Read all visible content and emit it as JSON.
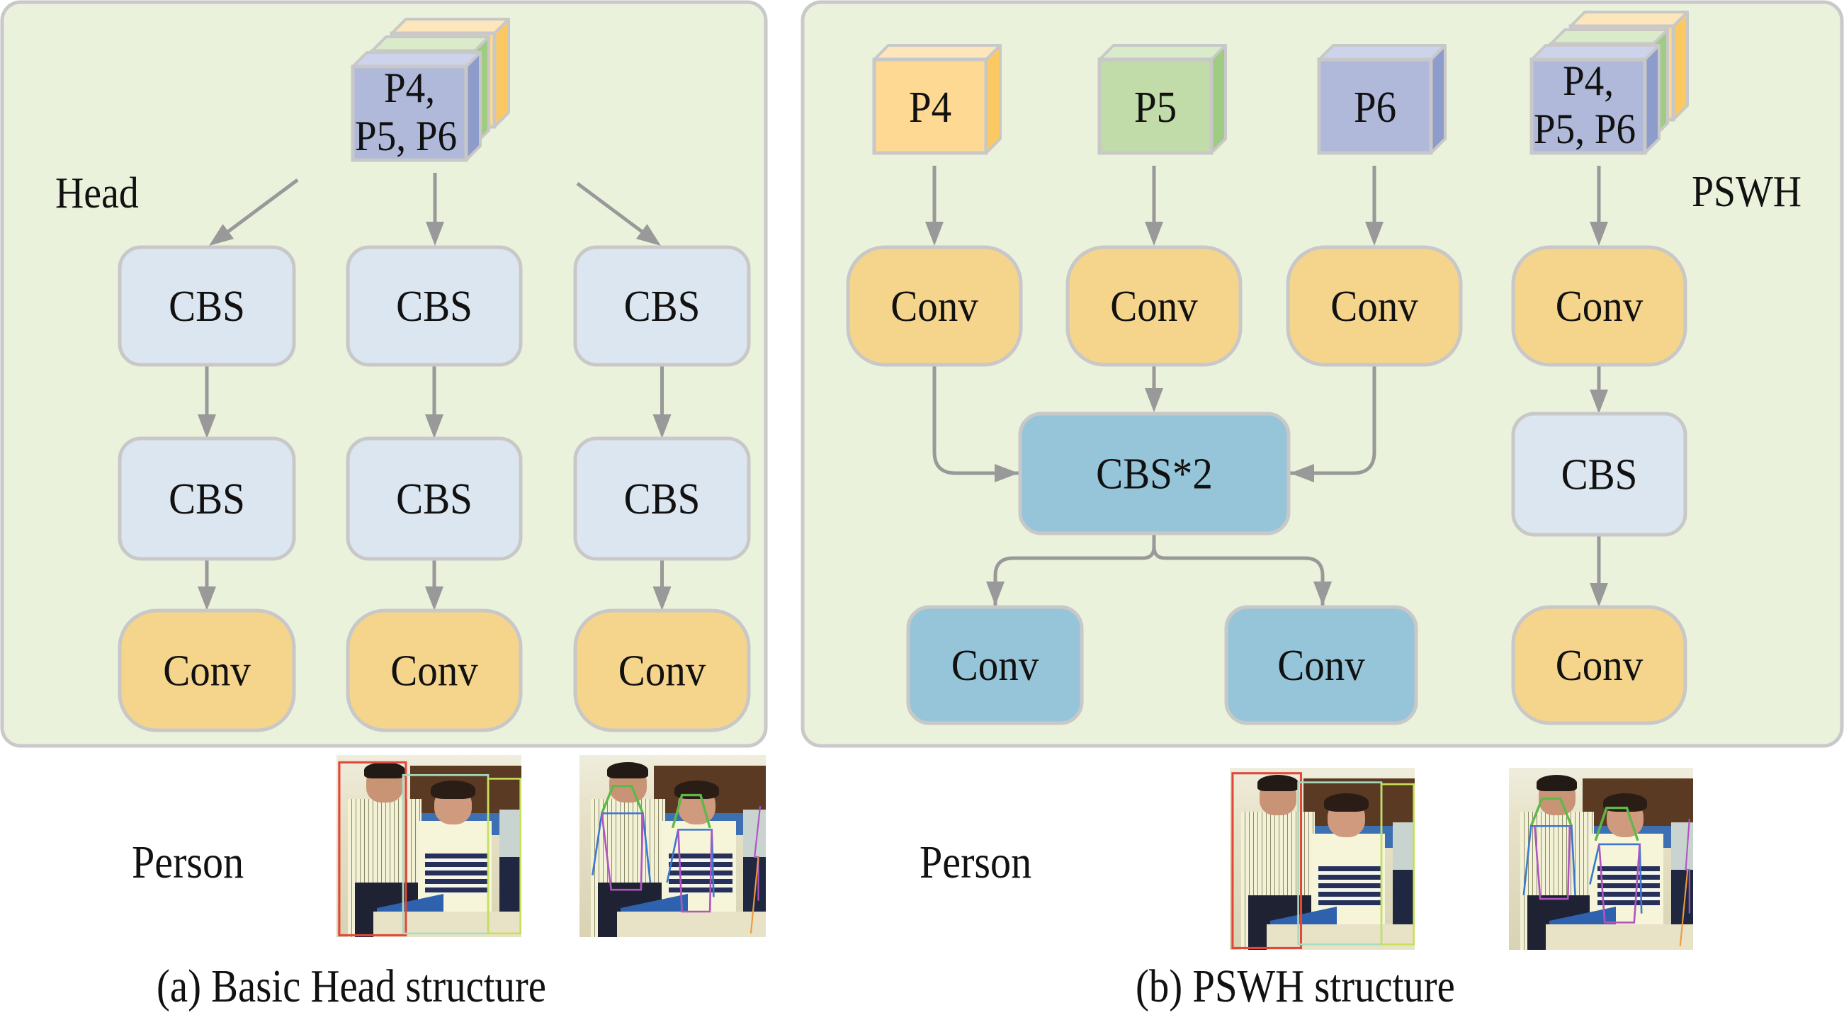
{
  "panel_a": {
    "label": "Head",
    "input": {
      "line1": "P4,",
      "line2": "P5, P6"
    },
    "columns": [
      {
        "blocks": [
          "CBS",
          "CBS",
          "Conv"
        ]
      },
      {
        "blocks": [
          "CBS",
          "CBS",
          "Conv"
        ]
      },
      {
        "blocks": [
          "CBS",
          "CBS",
          "Conv"
        ]
      }
    ],
    "row_label": "Person",
    "caption": "(a) Basic Head structure"
  },
  "panel_b": {
    "label": "PSWH",
    "inputs": [
      "P4",
      "P5",
      "P6"
    ],
    "stack_input": {
      "line1": "P4,",
      "line2": "P5, P6"
    },
    "branch_convs": [
      "Conv",
      "Conv",
      "Conv"
    ],
    "merge_block": "CBS*2",
    "output_convs": [
      "Conv",
      "Conv"
    ],
    "right_column": [
      "Conv",
      "CBS",
      "Conv"
    ],
    "row_label": "Person",
    "caption": "(b) PSWH structure"
  },
  "colors": {
    "panel_bg": "#ebf2dc",
    "panel_border": "#c9c9c9",
    "cbs_fill": "#dce6f0",
    "conv_fill": "#f5d48c",
    "blue_block_fill": "#96c5da",
    "p4_fill": "#fdd993",
    "p5_fill": "#c1dba9",
    "p6_fill": "#b0b9da",
    "arrow": "#999999"
  },
  "photos": [
    {
      "id": "a-box",
      "annotation": "bounding boxes"
    },
    {
      "id": "a-pose",
      "annotation": "pose skeleton"
    },
    {
      "id": "b-box",
      "annotation": "bounding boxes"
    },
    {
      "id": "b-pose",
      "annotation": "pose skeleton"
    }
  ]
}
